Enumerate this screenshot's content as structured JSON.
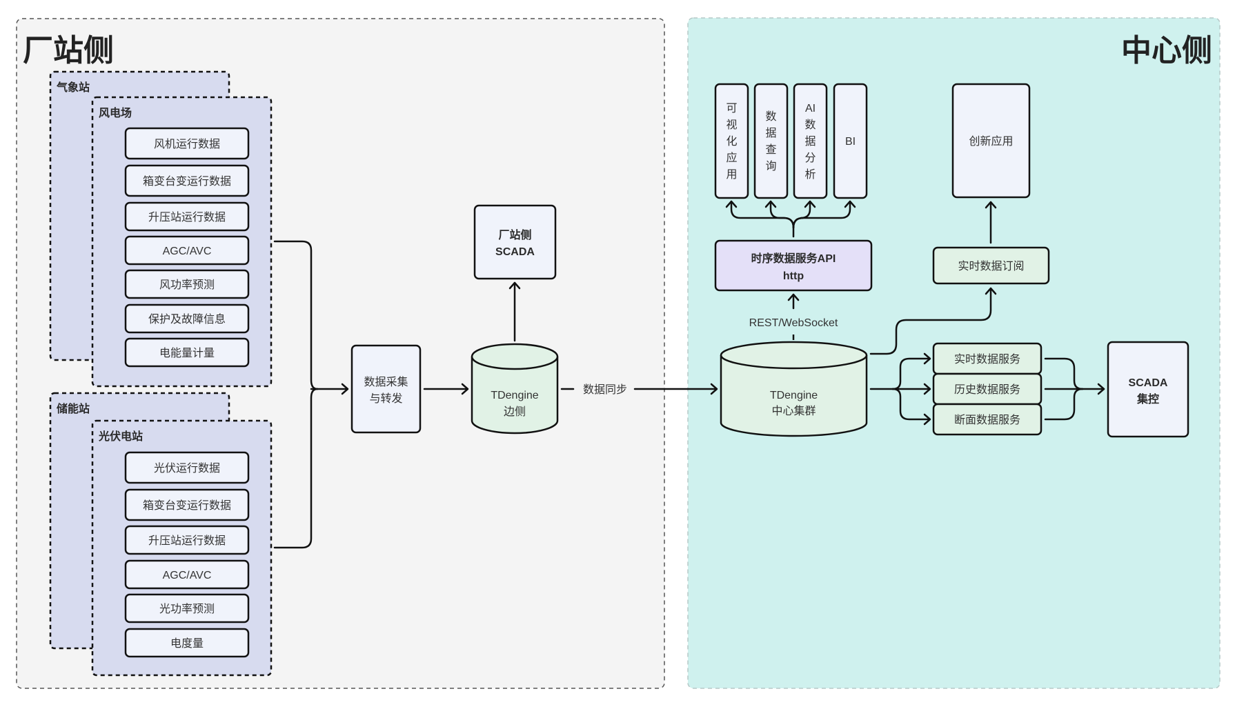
{
  "zones": {
    "plant": {
      "title": "厂站侧",
      "fill": "#f4f4f4"
    },
    "center": {
      "title": "中心侧",
      "fill": "#cff1ee"
    }
  },
  "groups": {
    "weather_station": "气象站",
    "wind_farm": "风电场",
    "storage_station": "储能站",
    "solar_plant": "光伏电站"
  },
  "wind_items": [
    "风机运行数据",
    "箱变台变运行数据",
    "升压站运行数据",
    "AGC/AVC",
    "风功率预测",
    "保护及故障信息",
    "电能量计量"
  ],
  "solar_items": [
    "光伏运行数据",
    "箱变台变运行数据",
    "升压站运行数据",
    "AGC/AVC",
    "光功率预测",
    "电度量"
  ],
  "edge_nodes": {
    "collector": [
      "数据采集",
      "与转发"
    ],
    "plant_scada": [
      "厂站侧",
      "SCADA"
    ],
    "tdengine_edge": [
      "TDengine",
      "边侧"
    ]
  },
  "center_nodes": {
    "tdengine_cluster": [
      "TDengine",
      "中心集群"
    ],
    "api": [
      "时序数据服务API",
      "http"
    ],
    "apps": [
      {
        "label": [
          "可",
          "视",
          "化",
          "应",
          "用"
        ]
      },
      {
        "label": [
          "数",
          "据",
          "查",
          "询"
        ]
      },
      {
        "label": [
          "AI",
          "数",
          "据",
          "分",
          "析"
        ]
      },
      {
        "label": [
          "BI"
        ]
      }
    ],
    "innovation_app": "创新应用",
    "realtime_subscribe": "实时数据订阅",
    "services": [
      "实时数据服务",
      "历史数据服务",
      "断面数据服务"
    ],
    "central_scada": [
      "SCADA",
      "集控"
    ]
  },
  "edge_labels": {
    "sync": "数据同步",
    "protocol": "REST/WebSocket"
  },
  "colors": {
    "group_fill": "#d7dbef",
    "node_fill": "#f0f3fb",
    "node_green": "#e1f2e6",
    "node_purple": "#e4e0f8"
  }
}
